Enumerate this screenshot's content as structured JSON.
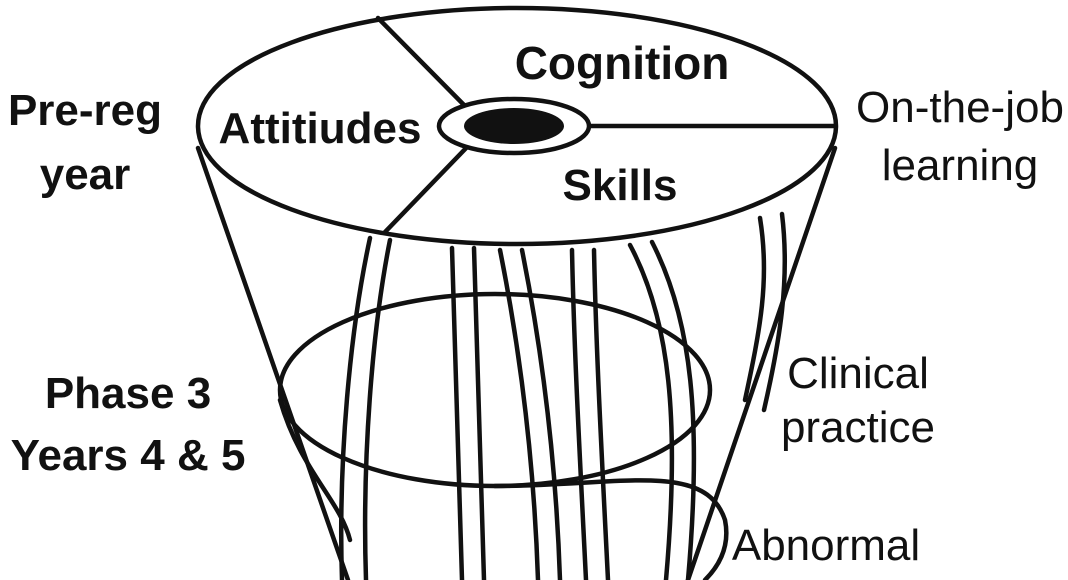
{
  "disc_segments": {
    "attitudes": "Attitiudes",
    "cognition": "Cognition",
    "skills": "Skills"
  },
  "left_labels": {
    "pre_reg_line1": "Pre-reg",
    "pre_reg_line2": "year",
    "phase3_line1": "Phase 3",
    "phase3_line2": "Years 4 & 5"
  },
  "right_labels": {
    "on_the_job_line1": "On-the-job",
    "on_the_job_line2": "learning",
    "clinical_line1": "Clinical",
    "clinical_line2": "practice",
    "abnormal_line1": "Abnormal"
  },
  "colors": {
    "ink": "#111111",
    "background": "#ffffff"
  }
}
